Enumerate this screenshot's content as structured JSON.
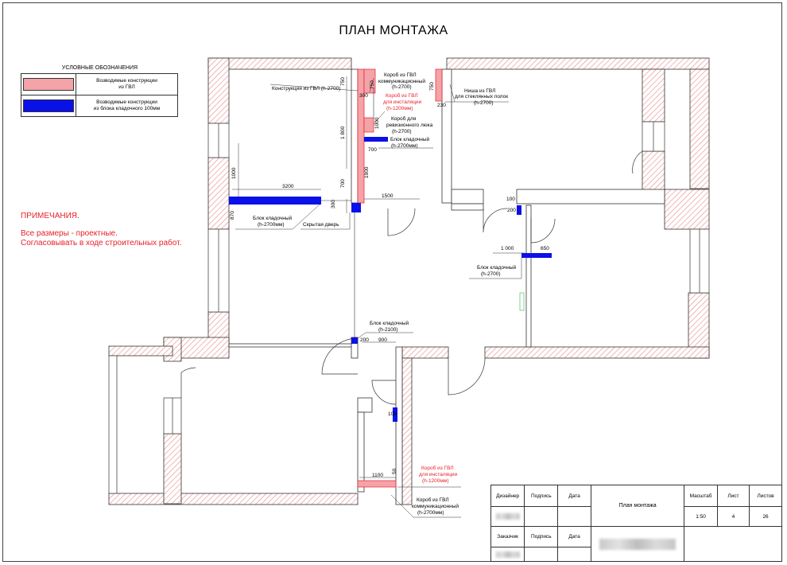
{
  "title": "ПЛАН МОНТАЖА",
  "legend": {
    "title": "УСЛОВНЫЕ ОБОЗНАЧЕНИЯ",
    "items": [
      {
        "label_line1": "Возводимые конструкции",
        "label_line2": "из ГВЛ",
        "color": "#f4a3a8"
      },
      {
        "label_line1": "Возводимые конструкции",
        "label_line2": "из блока кладочного 100мм",
        "color": "#0a10e8"
      }
    ]
  },
  "notes": {
    "heading": "ПРИМЕЧАНИЯ.",
    "line1": "Все размеры - проектные.",
    "line2": "Согласовывать в ходе строительных работ."
  },
  "colors": {
    "wall_hatch": "#e88888",
    "gvl": "#f4a3a8",
    "block": "#0a10e8",
    "red_text": "#e8202a",
    "green": "#2bb24c"
  },
  "annotations": {
    "a1": "Конструкция из ГВЛ (h-2700)",
    "a2_1": "Короб из ГВЛ",
    "a2_2": "коммуникационный",
    "a2_3": "(h-2700)",
    "a3_1": "Короб из ГВЛ",
    "a3_2": "для инсталяции",
    "a3_3": "(h-1200мм)",
    "a4_1": "Короб для",
    "a4_2": "ревизионного люка",
    "a4_3": "(h-2700)",
    "a5_1": "Блок кладочный",
    "a5_2": "(h-2700мм)",
    "a6_1": "Ниша из ГВЛ",
    "a6_2": "для стеклянных полок",
    "a6_3": "(h-2700)",
    "a7_1": "Блок кладочный",
    "a7_2": "(h-2700мм)",
    "a8": "Скрытая дверь",
    "a9_1": "Блок кладочный",
    "a9_2": "(h-2700)",
    "a10_1": "Блок кладочный",
    "a10_2": "(h-2100)",
    "a11_1": "Короб из ГВЛ",
    "a11_2": "для инсталяции",
    "a11_3": "(h-1200мм)",
    "a12_1": "Короб из ГВЛ",
    "a12_2": "коммуникационный",
    "a12_3": "(h-2700мм)"
  },
  "dimensions": {
    "d750": "750",
    "d1800": "1 800",
    "d1000": "1000",
    "d700a": "700",
    "d700b": "700",
    "d300": "300",
    "d1000b": "1000",
    "d1900": "1900",
    "d3200": "3200",
    "d1500": "1500",
    "d300b": "300",
    "d870": "870",
    "d230": "230",
    "d750b": "750",
    "d100": "100",
    "d200": "200",
    "d1000c": "1 000",
    "d650": "650",
    "d200b": "200",
    "d900": "900",
    "d100b": "100",
    "d1100": "1100",
    "d50": "50"
  },
  "titleblock": {
    "designer": "Дизайнер",
    "signature": "Подпись",
    "date": "Дата",
    "customer": "Заказчик",
    "signature2": "Подпись",
    "date2": "Дата",
    "sheet_name": "План монтажа",
    "scale_label": "Масштаб",
    "sheet_label": "Лист",
    "sheets_label": "Листов",
    "scale": "1:50",
    "sheet": "4",
    "sheets": "26"
  }
}
